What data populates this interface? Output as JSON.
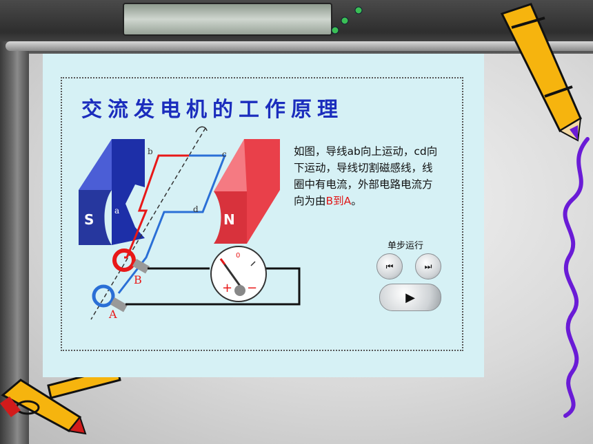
{
  "title": "交流发电机的工作原理",
  "description": {
    "text_before": "如图，导线ab向上运动，cd向下运动，导线切割磁感线，线圈中有电流，外部电路电流方向为由",
    "highlight": "B到A",
    "text_after": "。"
  },
  "diagram": {
    "magnet_south_label": "S",
    "magnet_north_label": "N",
    "wire_labels": {
      "a": "a",
      "b": "b",
      "c": "c",
      "d": "d"
    },
    "ring_labels": {
      "upper": "B",
      "lower": "A"
    },
    "meter_plus": "+",
    "meter_minus": "−",
    "meter_zero": "0"
  },
  "controls": {
    "step_label": "单步运行",
    "prev_icon": "⏮",
    "next_icon": "⏭",
    "play_icon": "▶"
  },
  "colors": {
    "title": "#1b2dbd",
    "panel_bg": "#d6f1f5",
    "south_magnet": "#1d2fa8",
    "north_magnet": "#e9404a",
    "wire_red": "#e81818",
    "wire_blue": "#2a6fd6",
    "highlight": "#e01818"
  }
}
